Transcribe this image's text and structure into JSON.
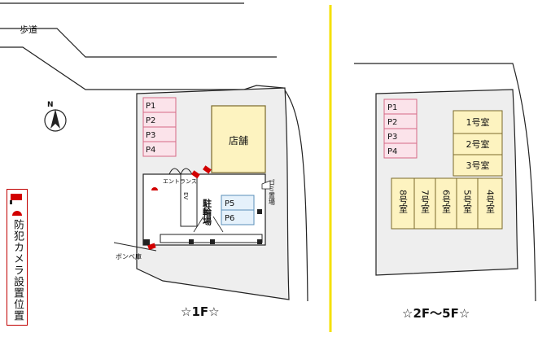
{
  "sidewalk": "歩道",
  "north": "N",
  "legend": {
    "title": "防犯カメラ設置位置"
  },
  "ground_floor": {
    "caption": "☆1F☆",
    "parking": [
      "P1",
      "P2",
      "P3",
      "P4"
    ],
    "parking_bike": [
      "P5",
      "P6"
    ],
    "shop": "店舗",
    "entrance": "エントランス",
    "ev": "EV",
    "bicycle_parking": "駐輪場",
    "garbage": "ゴミ置場",
    "gas_cylinder": "ボンベ庫"
  },
  "upper_floors": {
    "caption": "☆2F～5F☆",
    "parking": [
      "P1",
      "P2",
      "P3",
      "P4"
    ],
    "rooms_stack": [
      "1号室",
      "2号室",
      "3号室"
    ],
    "rooms_row": [
      "8号室",
      "7号室",
      "6号室",
      "5号室",
      "4号室"
    ]
  },
  "colors": {
    "parking_fill": "#fbe3ea",
    "parking_stroke": "#d66a86",
    "room_fill": "#fdf3c0",
    "room_stroke": "#7a6a2a",
    "bike_fill": "#e5f1fb",
    "bike_stroke": "#5a8fb8",
    "camera": "#d20000",
    "divider": "#f5e000",
    "site_fill": "#eeeeee"
  }
}
